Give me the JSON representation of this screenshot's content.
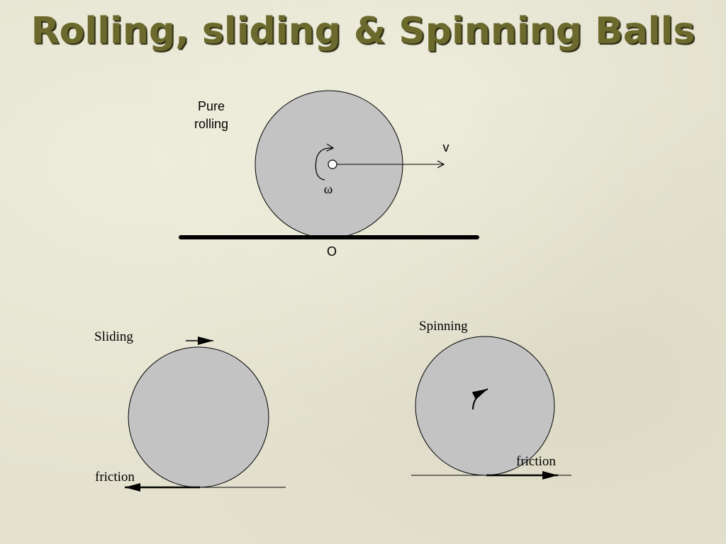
{
  "slide": {
    "title": "Rolling, sliding & Spinning Balls",
    "colors": {
      "title": "#6b6a2c",
      "ball_fill": "#c3c3c3",
      "background": "#e4e2cf"
    }
  },
  "diagram": {
    "rolling": {
      "label_line1": "Pure",
      "label_line2": "rolling",
      "velocity_label": "v",
      "angular_label": "ω",
      "contact_label": "O"
    },
    "sliding": {
      "label": "Sliding",
      "friction_label": "friction"
    },
    "spinning": {
      "label": "Spinning",
      "friction_label": "friction"
    }
  }
}
